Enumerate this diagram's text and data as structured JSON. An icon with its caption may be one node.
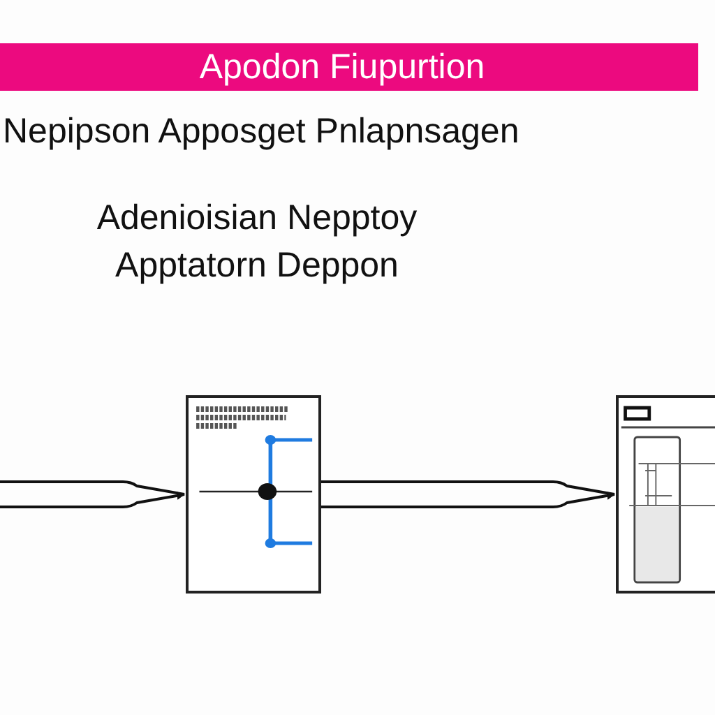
{
  "diagram": {
    "title": "Apodon Fiupurtion",
    "nodes": [
      {
        "text": [],
        "shape": "picture"
      },
      {
        "text": [],
        "shape": "picture"
      }
    ],
    "edges": [
      {
        "from": null,
        "to": 0,
        "arrow": "to"
      },
      {
        "from": 0,
        "to": 1,
        "arrow": "to"
      }
    ],
    "labels": [
      "Nepipson Apposget Pnlapnsagen",
      "Adenioisian Nepptoy Apptatorn Deppon"
    ]
  }
}
